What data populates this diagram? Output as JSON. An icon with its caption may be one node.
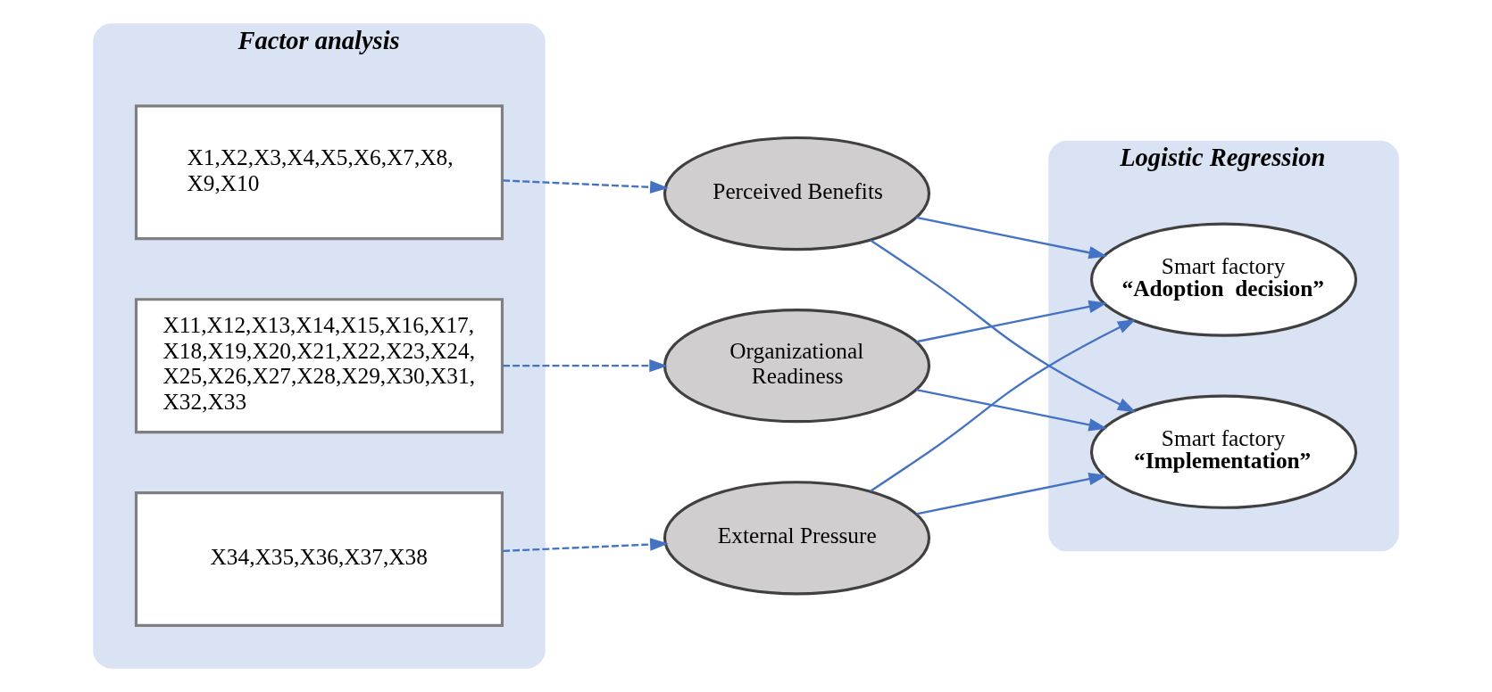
{
  "diagram": {
    "nodes": [
      {
        "text": [
          "Factor analysis"
        ]
      },
      {
        "text": [
          "X1,X2,X3,X4,X5,X6,X7,X8, X9,X10"
        ],
        "in": 0
      },
      {
        "text": [
          "X11,X12,X13,X14,X15,X16,X17, X18,X19,X20,X21,X22,X23,X24, X25,X26,X27,X28,X29,X30,X31, X32,X33"
        ],
        "in": 0
      },
      {
        "text": [
          "X34,X35,X36,X37,X38"
        ],
        "in": 0
      },
      {
        "text": [
          "Perceived Benefits"
        ]
      },
      {
        "text": [
          "Organizational Readiness"
        ]
      },
      {
        "text": [
          "External Pressure"
        ]
      },
      {
        "text": [
          "Logistic Regression"
        ]
      },
      {
        "text": [
          "Smart factory",
          "“Adoption  decision”"
        ],
        "in": 7
      },
      {
        "text": [
          "Smart factory",
          "“Implementation”"
        ],
        "in": 7
      }
    ],
    "edges": [
      {
        "from": 1,
        "to": 4,
        "arrow": "to",
        "style": "dashed"
      },
      {
        "from": 2,
        "to": 5,
        "arrow": "to",
        "style": "dashed"
      },
      {
        "from": 3,
        "to": 6,
        "arrow": "to",
        "style": "dashed"
      },
      {
        "from": 4,
        "to": 8,
        "arrow": "to"
      },
      {
        "from": 4,
        "to": 9,
        "arrow": "to"
      },
      {
        "from": 5,
        "to": 8,
        "arrow": "to"
      },
      {
        "from": 5,
        "to": 9,
        "arrow": "to"
      },
      {
        "from": 6,
        "to": 8,
        "arrow": "to"
      },
      {
        "from": 6,
        "to": 9,
        "arrow": "to"
      }
    ]
  }
}
